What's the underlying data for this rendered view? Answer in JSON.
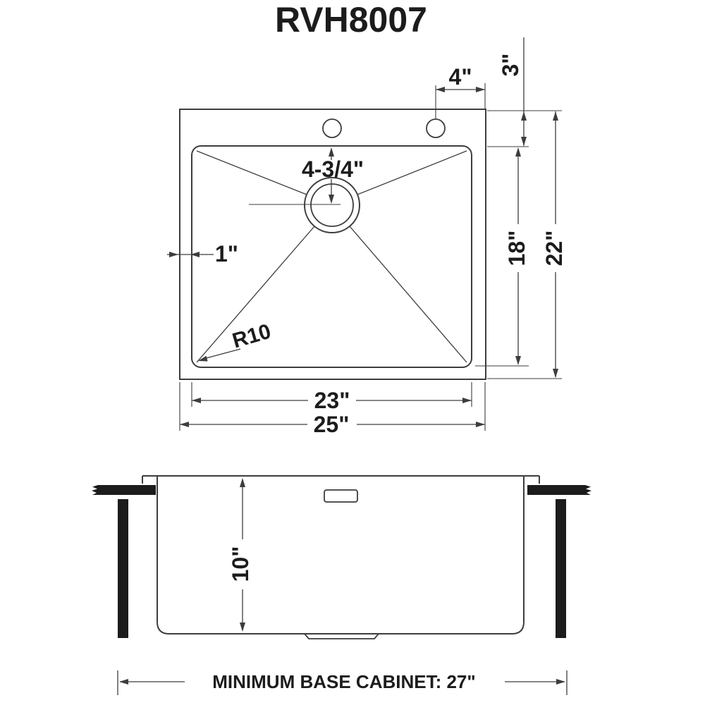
{
  "title": "RVH8007",
  "colors": {
    "line": "#3d3d3d",
    "ink": "#1c1c1c",
    "bg": "#ffffff"
  },
  "top_view": {
    "labels": {
      "faucet_to_edge": "4\"",
      "deck_depth": "3\"",
      "drain_to_back": "4-3/4\"",
      "rim": "1\"",
      "corner_radius": "R10",
      "bowl_front_back": "18\"",
      "overall_front_back": "22\"",
      "bowl_width": "23\"",
      "overall_width": "25\""
    }
  },
  "side_view": {
    "labels": {
      "bowl_depth": "10\""
    }
  },
  "footer": {
    "label": "MINIMUM BASE CABINET: 27\""
  }
}
